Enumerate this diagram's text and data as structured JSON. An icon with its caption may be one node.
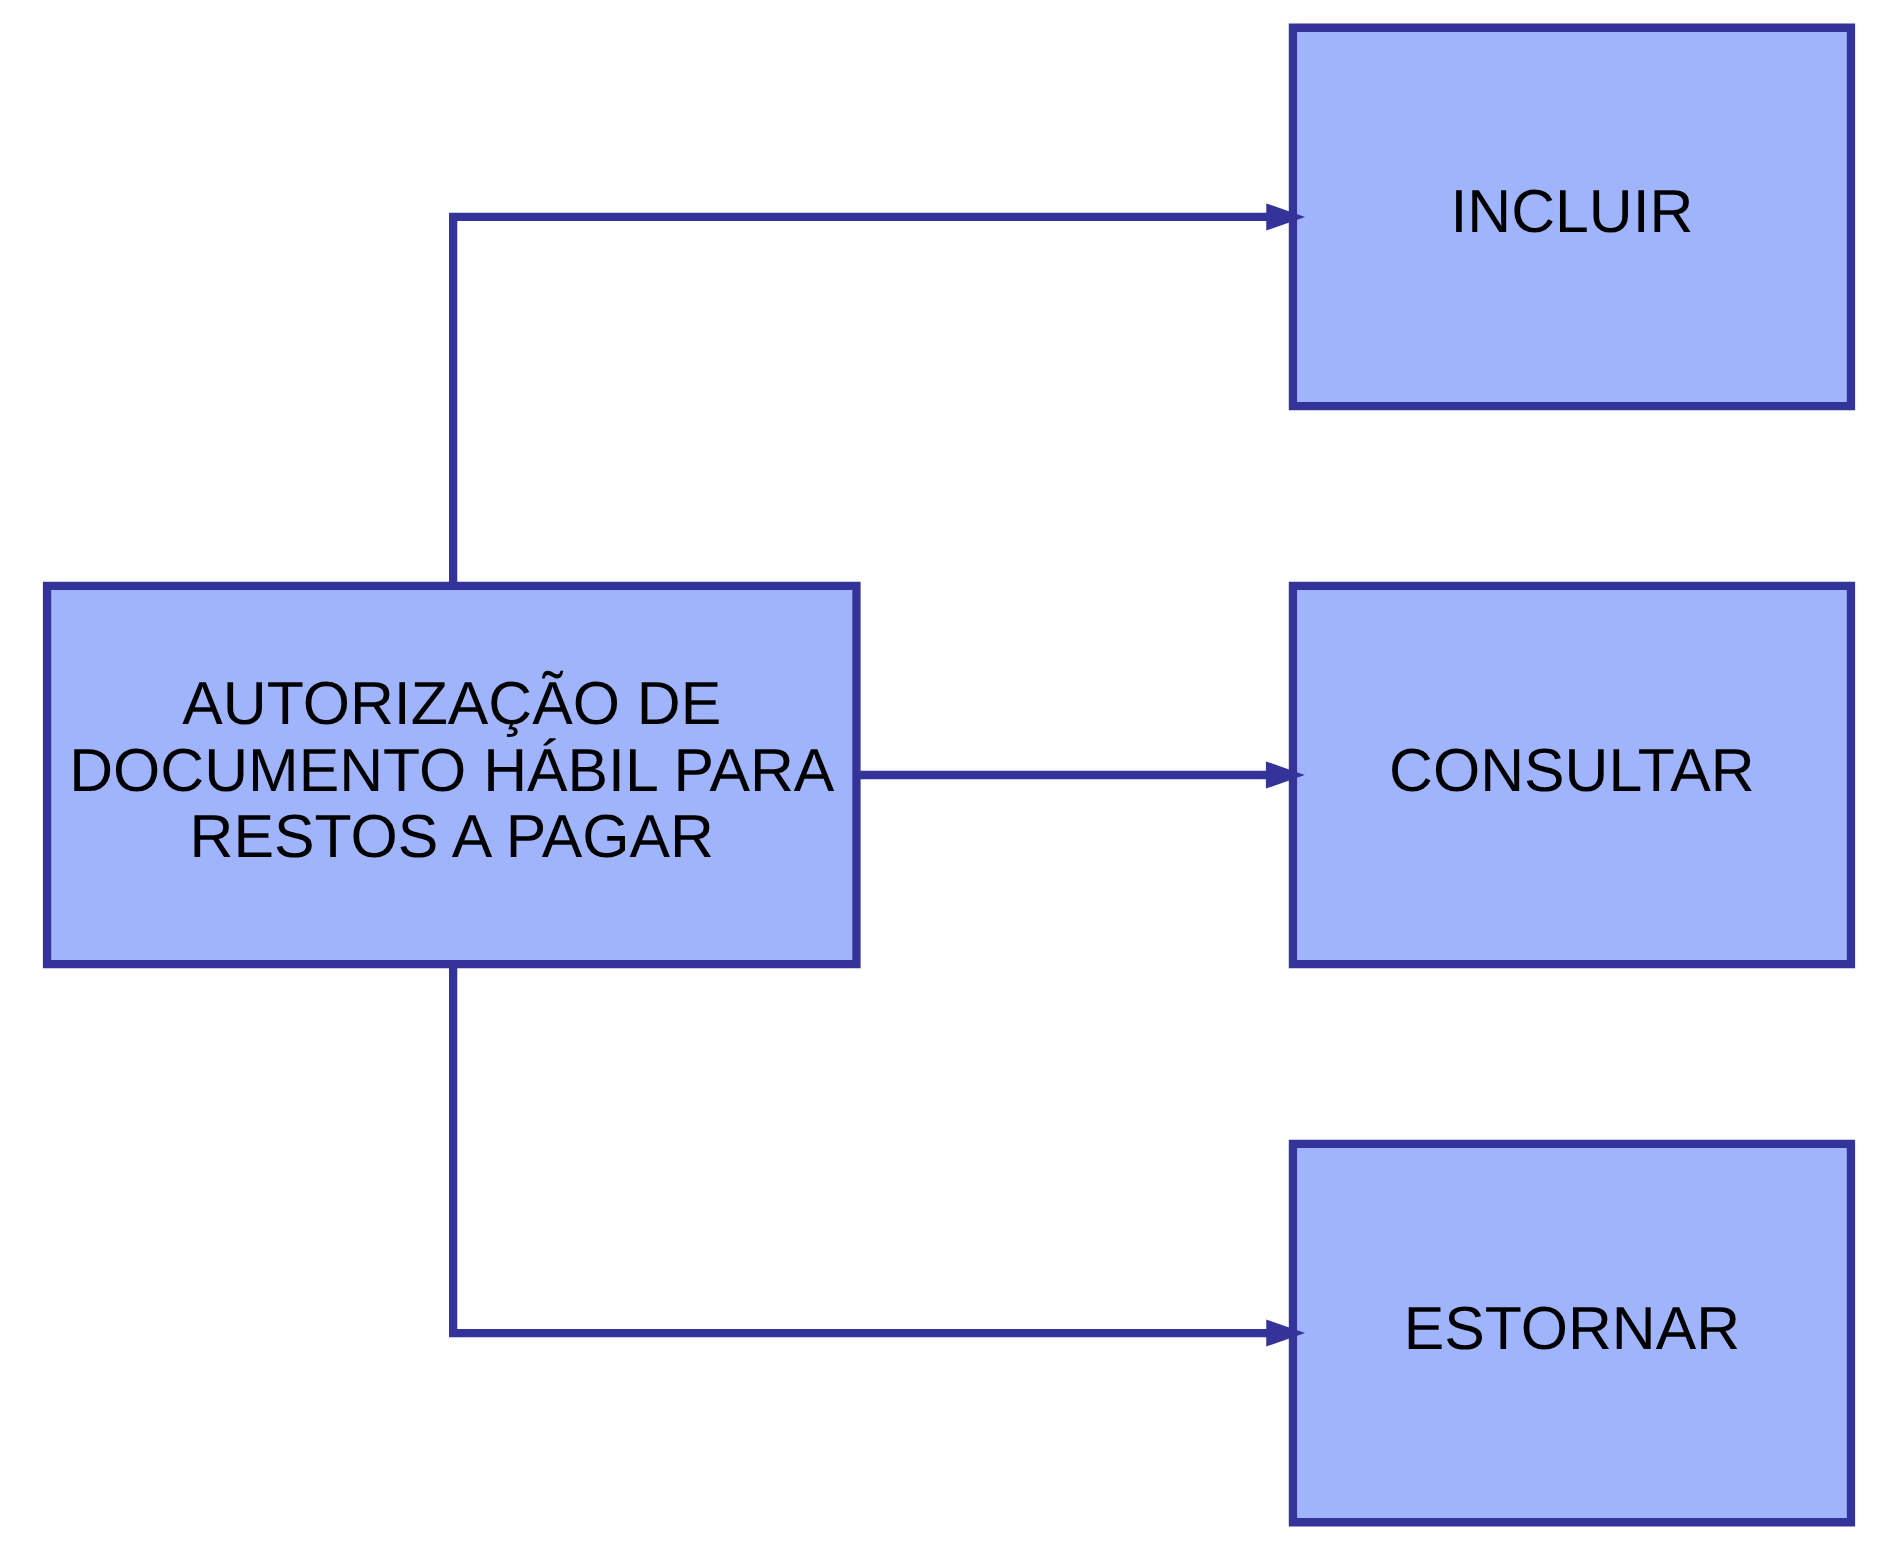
{
  "diagram": {
    "nodes": [
      {
        "text": [
          "AUTORIZAÇÃO DE DOCUMENTO HÁBIL PARA RESTOS A PAGAR"
        ]
      },
      {
        "text": [
          "INCLUIR"
        ]
      },
      {
        "text": [
          "CONSULTAR"
        ]
      },
      {
        "text": [
          "ESTORNAR"
        ]
      }
    ],
    "edges": [
      {
        "from": 0,
        "to": 1,
        "arrow": "to"
      },
      {
        "from": 0,
        "to": 2,
        "arrow": "to"
      },
      {
        "from": 0,
        "to": 3,
        "arrow": "to"
      }
    ]
  }
}
